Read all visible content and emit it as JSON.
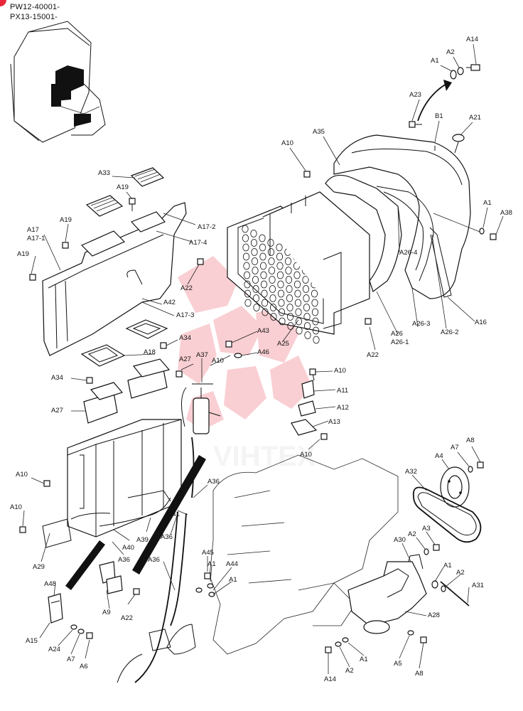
{
  "serials": [
    "PW12-40001-",
    "PX13-15001-"
  ],
  "watermark": "VIHTEX",
  "callouts": [
    {
      "text": "A14"
    },
    {
      "text": "A2"
    },
    {
      "text": "A1"
    },
    {
      "text": "A23"
    },
    {
      "text": "B1"
    },
    {
      "text": "A21"
    },
    {
      "text": "A35"
    },
    {
      "text": "A10"
    },
    {
      "text": "A33"
    },
    {
      "text": "A19"
    },
    {
      "text": "A19"
    },
    {
      "text": "A17"
    },
    {
      "text": "A17-1"
    },
    {
      "text": "A19"
    },
    {
      "text": "A17-2"
    },
    {
      "text": "A17-4"
    },
    {
      "text": "A1"
    },
    {
      "text": "A38"
    },
    {
      "text": "A26-4"
    },
    {
      "text": "A22"
    },
    {
      "text": "A42"
    },
    {
      "text": "A17-3"
    },
    {
      "text": "A25"
    },
    {
      "text": "A26-3"
    },
    {
      "text": "A26-2"
    },
    {
      "text": "A16"
    },
    {
      "text": "A26"
    },
    {
      "text": "A26-1"
    },
    {
      "text": "A22"
    },
    {
      "text": "A34"
    },
    {
      "text": "A43"
    },
    {
      "text": "A18"
    },
    {
      "text": "A46"
    },
    {
      "text": "A27"
    },
    {
      "text": "A37"
    },
    {
      "text": "A10"
    },
    {
      "text": "A34"
    },
    {
      "text": "A10"
    },
    {
      "text": "A11"
    },
    {
      "text": "A27"
    },
    {
      "text": "A12"
    },
    {
      "text": "A13"
    },
    {
      "text": "A10"
    },
    {
      "text": "A8"
    },
    {
      "text": "A7"
    },
    {
      "text": "A4"
    },
    {
      "text": "A32"
    },
    {
      "text": "A10"
    },
    {
      "text": "A36"
    },
    {
      "text": "A10"
    },
    {
      "text": "A41"
    },
    {
      "text": "A36"
    },
    {
      "text": "A39"
    },
    {
      "text": "A3"
    },
    {
      "text": "A2"
    },
    {
      "text": "A30"
    },
    {
      "text": "A29"
    },
    {
      "text": "A40"
    },
    {
      "text": "A36"
    },
    {
      "text": "A36"
    },
    {
      "text": "A45"
    },
    {
      "text": "A1"
    },
    {
      "text": "A44"
    },
    {
      "text": "A1"
    },
    {
      "text": "A2"
    },
    {
      "text": "A48"
    },
    {
      "text": "A1"
    },
    {
      "text": "A31"
    },
    {
      "text": "A9"
    },
    {
      "text": "A22"
    },
    {
      "text": "A28"
    },
    {
      "text": "A15"
    },
    {
      "text": "A24"
    },
    {
      "text": "A7"
    },
    {
      "text": "A6"
    },
    {
      "text": "A14"
    },
    {
      "text": "A2"
    },
    {
      "text": "A1"
    },
    {
      "text": "A5"
    },
    {
      "text": "A8"
    }
  ]
}
